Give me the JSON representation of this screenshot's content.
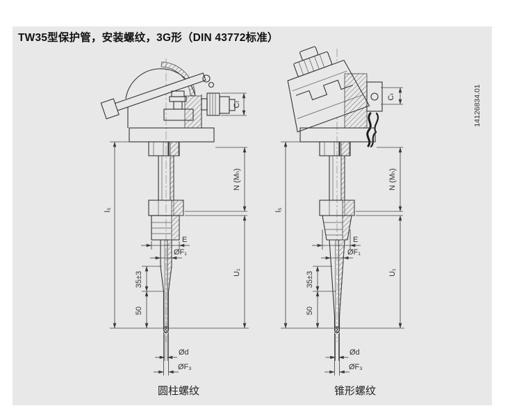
{
  "page": {
    "title": "TW35型保护管，安装螺纹，3G形（DIN 43772标准）",
    "doc_number": "14126834.01",
    "background_color": "#e8e8e9",
    "line_color": "#333333"
  },
  "figures": [
    {
      "id": "cylindrical-thread",
      "caption": "圆柱螺纹"
    },
    {
      "id": "conical-thread",
      "caption": "锥形螺纹"
    }
  ],
  "dims": {
    "ct": "Cₜ",
    "n": "N (Mₕ)",
    "l5": "l₅",
    "u1": "U₁",
    "e": "E",
    "f1": "ØF₁",
    "f3": "ØF₃",
    "d": "Ød",
    "taper": "35±3",
    "tip": "50"
  }
}
